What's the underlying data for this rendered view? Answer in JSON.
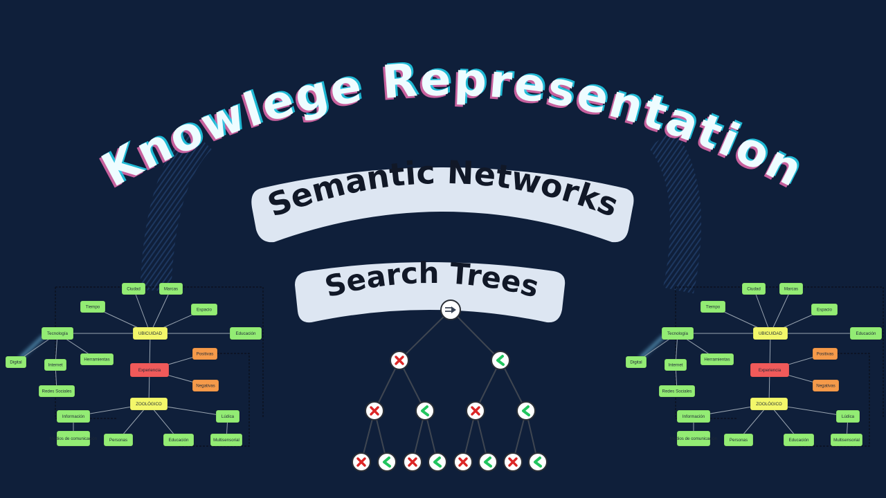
{
  "title": "Knowlege Representation",
  "subtitle_1": "Semantic Networks",
  "subtitle_2": "Search Trees",
  "colors": {
    "background": "#0f1f3a",
    "title_fill": "#e8fbff",
    "title_shadow_cyan": "#22d3ee",
    "title_shadow_pink": "#f472b6",
    "pill": "#dde6f2",
    "node_yellow": "#f3f76a",
    "node_green": "#93ec74",
    "node_red": "#f05a5a",
    "node_orange": "#f59a4a",
    "check": "#22c55e",
    "cross": "#dc2626"
  },
  "semantic_network": {
    "center_label": "UBICUIDAD",
    "nodes": {
      "ciudad": "Ciudad",
      "marcas": "Marcas",
      "tiempo": "Tiempo",
      "espacio": "Espacio",
      "tecnologia": "Tecnología",
      "educacion_top": "Educación",
      "digital": "Digital",
      "internet": "Internet",
      "herramientas": "Herramientas",
      "experiencia": "Experiencia",
      "positivas": "Positivas",
      "negativas": "Negativas",
      "redes": "Redes Sociales",
      "zoologico": "ZOOLÓGICO",
      "informacion": "Información",
      "ludica": "Lúdica",
      "medios": "Medios de comunicación",
      "personas": "Personas",
      "educacion_bottom": "Educación",
      "multisensorial": "Multisensorial"
    }
  },
  "search_tree": {
    "root_icon": "arrow-equals-icon",
    "levels": [
      [
        "cross",
        "check"
      ],
      [
        "cross",
        "check",
        "cross",
        "check"
      ],
      [
        "cross",
        "check",
        "cross",
        "check",
        "cross",
        "check",
        "cross",
        "check"
      ]
    ]
  }
}
